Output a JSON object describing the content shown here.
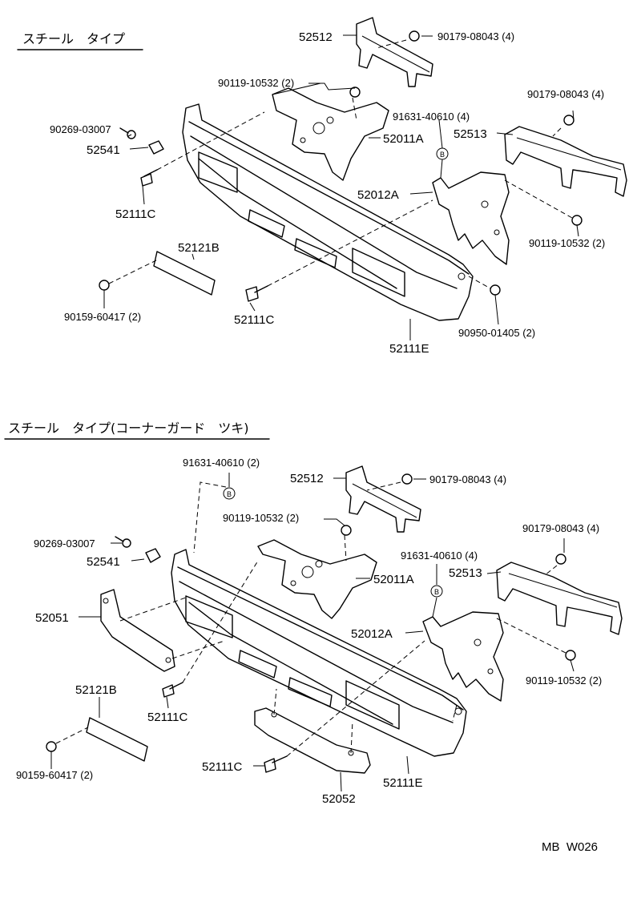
{
  "sections": [
    {
      "title": "スチール　タイプ",
      "labels": {
        "p52512": "52512",
        "p90179a": "90179-08043 (4)",
        "p90119a": "90119-10532 (2)",
        "p90179b": "90179-08043 (4)",
        "p90269": "90269-03007",
        "p91631": "91631-40610 (4)",
        "p52541": "52541",
        "p52011A": "52011A",
        "p52513": "52513",
        "p52111C_a": "52111C",
        "p52012A": "52012A",
        "p90119b": "90119-10532 (2)",
        "p52121B": "52121B",
        "p90159": "90159-60417 (2)",
        "p52111C_b": "52111C",
        "p90950": "90950-01405 (2)",
        "p52111E": "52111E"
      }
    },
    {
      "title": "スチール　タイプ(コーナーガード　ツキ)",
      "labels": {
        "p91631a": "91631-40610 (2)",
        "p52512": "52512",
        "p90179a": "90179-08043 (4)",
        "p90119a": "90119-10532 (2)",
        "p90179b": "90179-08043 (4)",
        "p90269": "90269-03007",
        "p91631b": "91631-40610 (4)",
        "p52541": "52541",
        "p52011A": "52011A",
        "p52513": "52513",
        "p52051": "52051",
        "p52012A": "52012A",
        "p90119b": "90119-10532 (2)",
        "p52121B": "52121B",
        "p52111C_a": "52111C",
        "p90159": "90159-60417 (2)",
        "p52111C_b": "52111C",
        "p52111E": "52111E",
        "p52052": "52052"
      }
    }
  ],
  "marker": "B",
  "footer": "MB  W026"
}
